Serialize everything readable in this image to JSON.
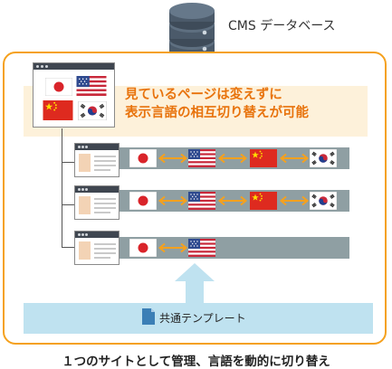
{
  "database_label": "CMS データベース",
  "headline": [
    "見ているページは変えずに",
    "表示言語の相互切り替えが可能"
  ],
  "template_label": "共通テンプレート",
  "footer_caption": "１つのサイトとして管理、言語を動的に切り替え",
  "colors": {
    "frame": "#f5a11e",
    "headline": "#e8730c",
    "language_bar": "#8f9fa3",
    "arrow": "#f5a11e",
    "template_bar": "#bfe2f0",
    "database": "#4b5a6a"
  },
  "flags": [
    "japan-flag",
    "usa-flag",
    "china-flag",
    "korea-flag"
  ],
  "rows": [
    {
      "languages": [
        "japan-flag",
        "usa-flag",
        "china-flag",
        "korea-flag"
      ]
    },
    {
      "languages": [
        "japan-flag",
        "usa-flag",
        "china-flag",
        "korea-flag"
      ]
    },
    {
      "languages": [
        "japan-flag",
        "usa-flag"
      ]
    }
  ]
}
